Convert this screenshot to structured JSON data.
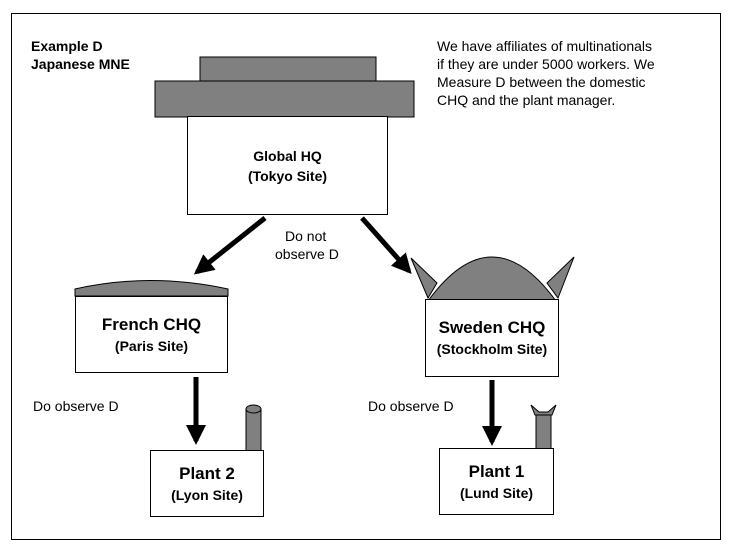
{
  "title": {
    "line1": "Example D",
    "line2": "Japanese MNE"
  },
  "note": {
    "line1": "We have affiliates of multinationals",
    "line2": "if they are under 5000 workers. We",
    "line3": "Measure D between the domestic",
    "line4": "CHQ and the plant manager."
  },
  "global_hq": {
    "name": "Global HQ",
    "site": "(Tokyo Site)"
  },
  "french_chq": {
    "name": "French CHQ",
    "site": "(Paris Site)"
  },
  "sweden_chq": {
    "name": "Sweden CHQ",
    "site": "(Stockholm Site)"
  },
  "plant2": {
    "name": "Plant 2",
    "site": "(Lyon Site)"
  },
  "plant1": {
    "name": "Plant 1",
    "site": "(Lund Site)"
  },
  "labels": {
    "do_not_observe_1": "Do not",
    "do_not_observe_2": "observe D",
    "do_observe_left": "Do observe D",
    "do_observe_right": "Do observe D"
  },
  "colors": {
    "roof": "#808080",
    "stroke": "#000000",
    "background": "#ffffff"
  }
}
